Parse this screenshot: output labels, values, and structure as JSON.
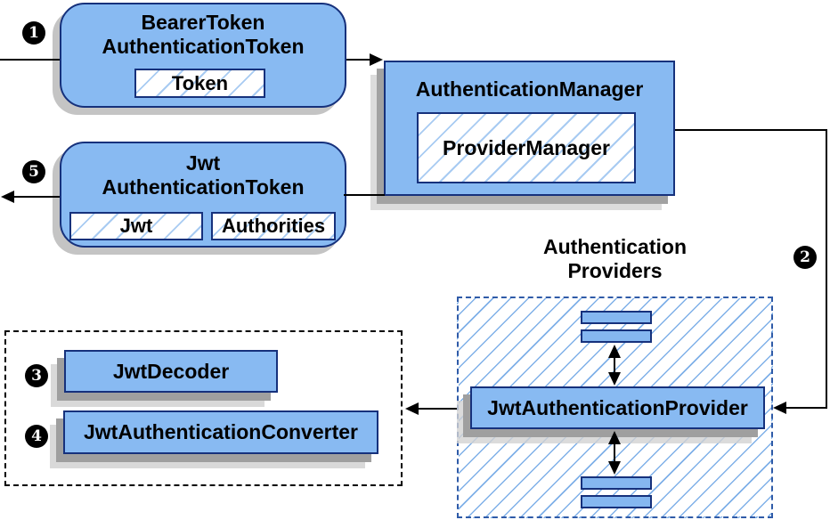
{
  "badges": {
    "step1": "1",
    "step2": "2",
    "step3": "3",
    "step4": "4",
    "step5": "5"
  },
  "nodes": {
    "bearer_token": {
      "line1": "BearerToken",
      "line2": "AuthenticationToken",
      "field": "Token"
    },
    "auth_manager": {
      "title": "AuthenticationManager",
      "impl": "ProviderManager"
    },
    "jwt_auth_token": {
      "line1": "Jwt",
      "line2": "AuthenticationToken",
      "fields": [
        "Jwt",
        "Authorities"
      ]
    },
    "providers": {
      "heading_line1": "Authentication",
      "heading_line2": "Providers",
      "main": "JwtAuthenticationProvider"
    },
    "jwt_tools": {
      "decoder": "JwtDecoder",
      "converter": "JwtAuthenticationConverter"
    }
  },
  "colors": {
    "node_fill": "#88BAF2",
    "node_border": "#16317C",
    "chip_hatch_line": "#A8CBF2",
    "container_hatch_line": "#7FB0E8",
    "blue_dashed_border": "#2F5BA8",
    "black_dashed_border": "#000000",
    "shadow": "#C4C4C4",
    "connector": "#000000",
    "badge_bg": "#000000",
    "badge_text": "#FFFFFF"
  }
}
